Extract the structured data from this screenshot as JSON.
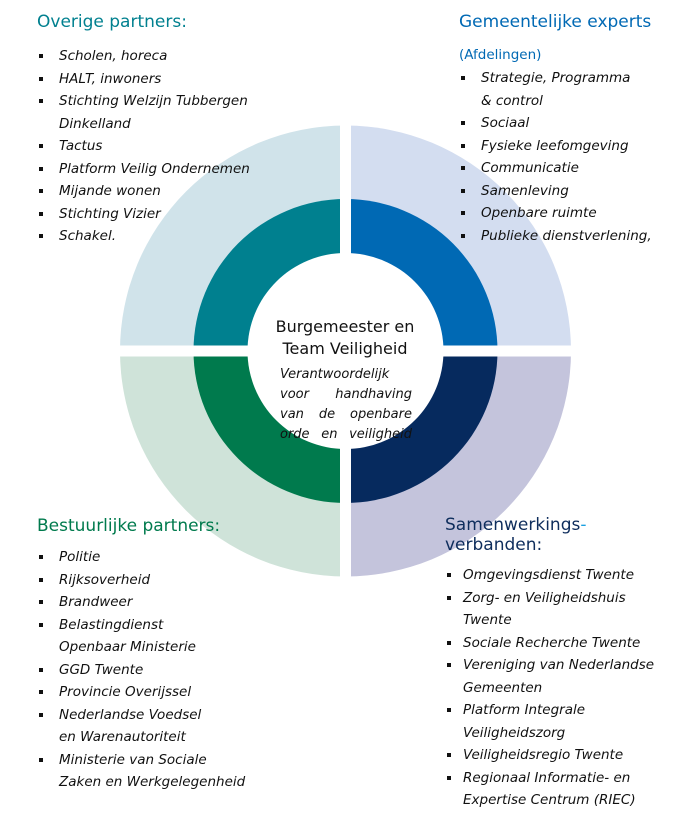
{
  "colors": {
    "outer_tl": "#d0e3ea",
    "outer_tr": "#d3ddf0",
    "outer_bl": "#cfe3d9",
    "outer_br": "#c4c4dc",
    "inner_tl": "#00808f",
    "inner_tr": "#0069b4",
    "inner_bl": "#007a4d",
    "inner_br": "#062a5e",
    "center": "#ffffff"
  },
  "center": {
    "title_lines": [
      "Burgemeester en",
      "Team Veiligheid"
    ],
    "description_lines": [
      "Verantwoordelijk",
      "voor  handhaving",
      "van de openbare",
      "orde en veiligheid"
    ]
  },
  "quadrants": {
    "top_left": {
      "heading": "Overige partners:",
      "items": [
        [
          "Scholen, horeca"
        ],
        [
          "HALT, inwoners"
        ],
        [
          "Stichting Welzijn Tubbergen",
          "Dinkelland"
        ],
        [
          "Tactus"
        ],
        [
          "Platform Veilig Ondernemen"
        ],
        [
          "Mijande wonen"
        ],
        [
          "Stichting Vizier"
        ],
        [
          "Schakel."
        ]
      ]
    },
    "top_right": {
      "heading": "Gemeentelijke  experts",
      "subheading": "(Afdelingen)",
      "items": [
        [
          "Strategie, Programma",
          "& control"
        ],
        [
          "Sociaal"
        ],
        [
          "Fysieke leefomgeving"
        ],
        [
          "Communicatie"
        ],
        [
          "Samenleving"
        ],
        [
          "Openbare ruimte"
        ],
        [
          "Publieke dienstverlening,"
        ]
      ]
    },
    "bottom_left": {
      "heading": "Bestuurlijke partners:",
      "items": [
        [
          "Politie"
        ],
        [
          "Rijksoverheid"
        ],
        [
          "Brandweer"
        ],
        [
          "Belastingdienst",
          "Openbaar  Ministerie"
        ],
        [
          "GGD Twente"
        ],
        [
          "Provincie Overijssel"
        ],
        [
          "Nederlandse  Voedsel",
          "en Warenautoriteit"
        ],
        [
          "Ministerie van Sociale",
          "Zaken en Werkgelegenheid"
        ]
      ]
    },
    "bottom_right": {
      "heading_line1": "Samenwerkings",
      "heading_hyphen": "-",
      "heading_line2": "verbanden:",
      "items": [
        [
          "Omgevingsdienst Twente"
        ],
        [
          "Zorg- en Veiligheidshuis",
          "Twente"
        ],
        [
          "Sociale Recherche Twente"
        ],
        [
          "Vereniging van Nederlandse",
          "Gemeenten"
        ],
        [
          "Platform Integrale",
          "Veiligheidszorg"
        ],
        [
          "Veiligheidsregio Twente"
        ],
        [
          "Regionaal Informatie- en",
          "Expertise Centrum (RIEC)"
        ]
      ]
    }
  }
}
